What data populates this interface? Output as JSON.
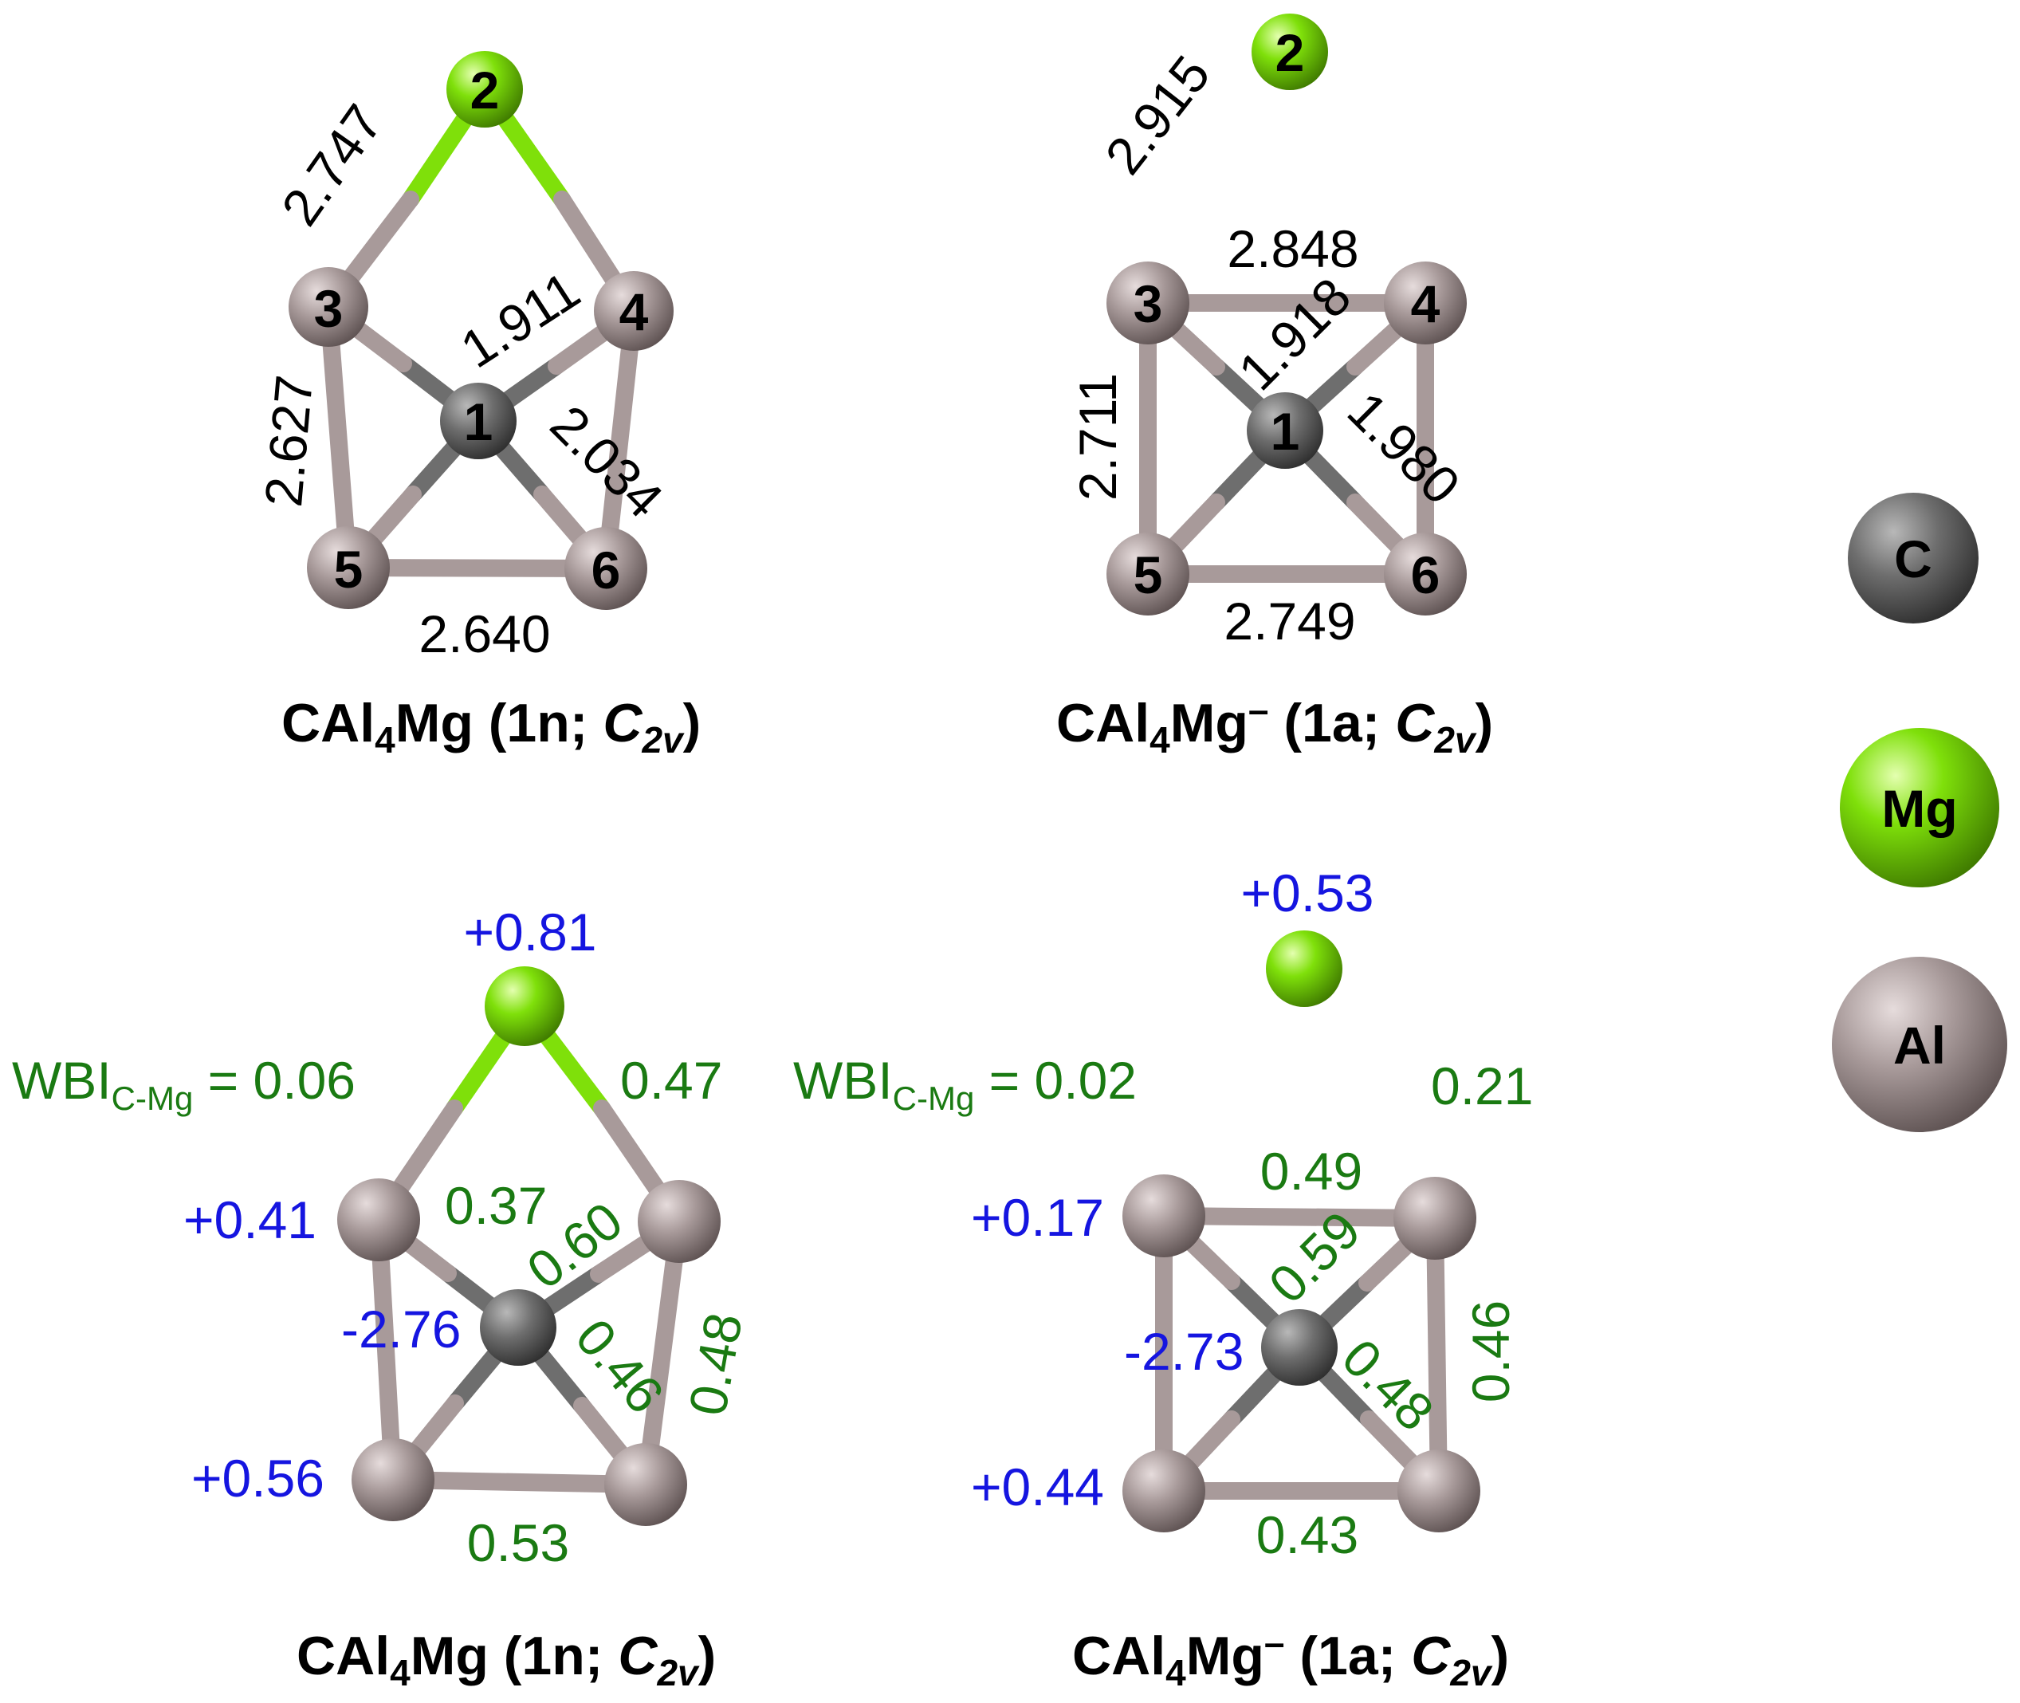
{
  "colors": {
    "carbon": "#6e6e6e",
    "magnesium": "#7fe00a",
    "aluminum": "#a89a9a",
    "charge_text": "#1515e0",
    "wbi_text": "#1a7a12"
  },
  "panels": {
    "top_left": {
      "title": {
        "formula_main": "CAl",
        "sub": "4",
        "formula_end": "Mg (1n; ",
        "sym": "C",
        "symsub": "2v",
        "close": ")"
      },
      "atom_labels": [
        "1",
        "2",
        "3",
        "4",
        "5",
        "6"
      ],
      "bond_lengths": [
        "2.747",
        "1.911",
        "2.627",
        "2.034",
        "2.640"
      ]
    },
    "top_right": {
      "title": {
        "formula_main": "CAl",
        "sub": "4",
        "formula_end": "Mg",
        "sup": "–",
        "rest": " (1a; ",
        "sym": "C",
        "symsub": "2v",
        "close": ")"
      },
      "atom_labels": [
        "1",
        "2",
        "3",
        "4",
        "5",
        "6"
      ],
      "bond_lengths": [
        "2.915",
        "2.848",
        "1.918",
        "2.711",
        "1.980",
        "2.749"
      ]
    },
    "bottom_left": {
      "title": {
        "formula_main": "CAl",
        "sub": "4",
        "formula_end": "Mg (1n; ",
        "sym": "C",
        "symsub": "2v",
        "close": ")"
      },
      "charges": [
        "+0.81",
        "+0.41",
        "-2.76",
        "+0.56"
      ],
      "wbi_label": "WBI",
      "wbi_sub": "C-Mg",
      "wbi_value": " = 0.06",
      "bond_indices": [
        "0.47",
        "0.37",
        "0.60",
        "0.46",
        "0.48",
        "0.53"
      ]
    },
    "bottom_right": {
      "title": {
        "formula_main": "CAl",
        "sub": "4",
        "formula_end": "Mg",
        "sup": "–",
        "rest": " (1a; ",
        "sym": "C",
        "symsub": "2v",
        "close": ")"
      },
      "charges": [
        "+0.53",
        "+0.17",
        "-2.73",
        "+0.44"
      ],
      "wbi_label": "WBI",
      "wbi_sub": "C-Mg",
      "wbi_value": " = 0.02",
      "bond_indices": [
        "0.21",
        "0.49",
        "0.59",
        "0.46",
        "0.48",
        "0.43"
      ]
    }
  },
  "legend": [
    "C",
    "Mg",
    "Al"
  ]
}
